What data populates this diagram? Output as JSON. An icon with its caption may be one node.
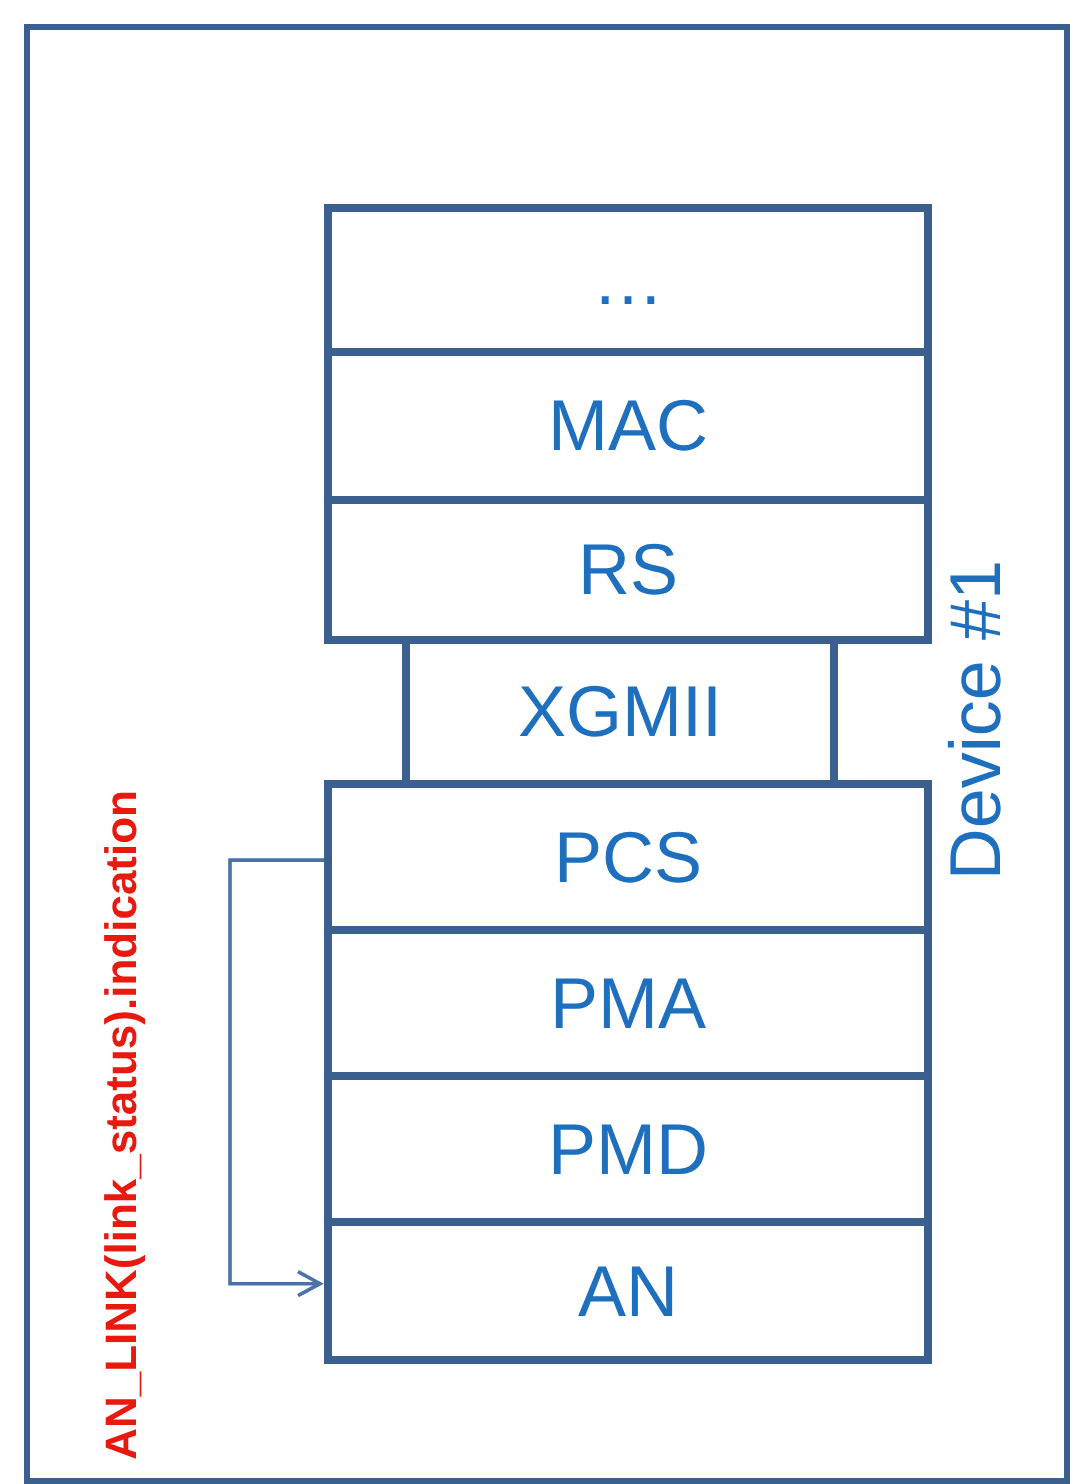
{
  "diagram": {
    "nodes": [
      {
        "text": [
          "Device #1"
        ]
      },
      {
        "text": [
          "…"
        ],
        "in": 0
      },
      {
        "text": [
          "MAC"
        ],
        "in": 0
      },
      {
        "text": [
          "RS"
        ],
        "in": 0
      },
      {
        "text": [
          "XGMII"
        ],
        "in": 0
      },
      {
        "text": [
          "PCS"
        ],
        "in": 0
      },
      {
        "text": [
          "PMA"
        ],
        "in": 0
      },
      {
        "text": [
          "PMD"
        ],
        "in": 0
      },
      {
        "text": [
          "AN"
        ],
        "in": 0
      }
    ],
    "edges": [
      {
        "from": 5,
        "to": 8,
        "arrow": "to",
        "label": "AN_LINK(link_status).indication"
      }
    ]
  }
}
